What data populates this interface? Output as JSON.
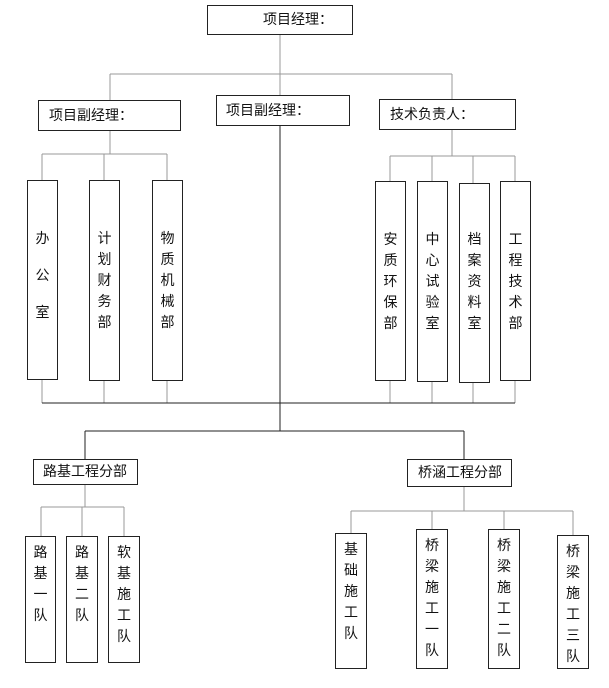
{
  "top": {
    "label": "项目经理："
  },
  "left_deputy": {
    "label": "项目副经理：",
    "depts": [
      {
        "id": "office",
        "label": "办公室"
      },
      {
        "id": "finance",
        "label": "计划财务部"
      },
      {
        "id": "materials",
        "label": "物质机械部"
      }
    ]
  },
  "center_deputy": {
    "label": "项目副经理："
  },
  "tech_lead": {
    "label": "技术负责人：",
    "depts": [
      {
        "id": "safety",
        "label": "安质环保部"
      },
      {
        "id": "lab",
        "label": "中心试验室"
      },
      {
        "id": "archive",
        "label": "档案资料室"
      },
      {
        "id": "engineering",
        "label": "工程技术部"
      }
    ]
  },
  "roadbed": {
    "label": "路基工程分部",
    "teams": [
      {
        "id": "roadbed-team-1",
        "label": "路基一队"
      },
      {
        "id": "roadbed-team-2",
        "label": "路基二队"
      },
      {
        "id": "softbase-team",
        "label": "软基施工队"
      }
    ]
  },
  "bridge": {
    "label": "桥涵工程分部",
    "teams": [
      {
        "id": "foundation-team",
        "label": "基础施工队"
      },
      {
        "id": "bridge-team-1",
        "label": "桥梁施工一队"
      },
      {
        "id": "bridge-team-2",
        "label": "桥梁施工二队"
      },
      {
        "id": "bridge-team-3",
        "label": "桥梁施工三队"
      }
    ]
  }
}
